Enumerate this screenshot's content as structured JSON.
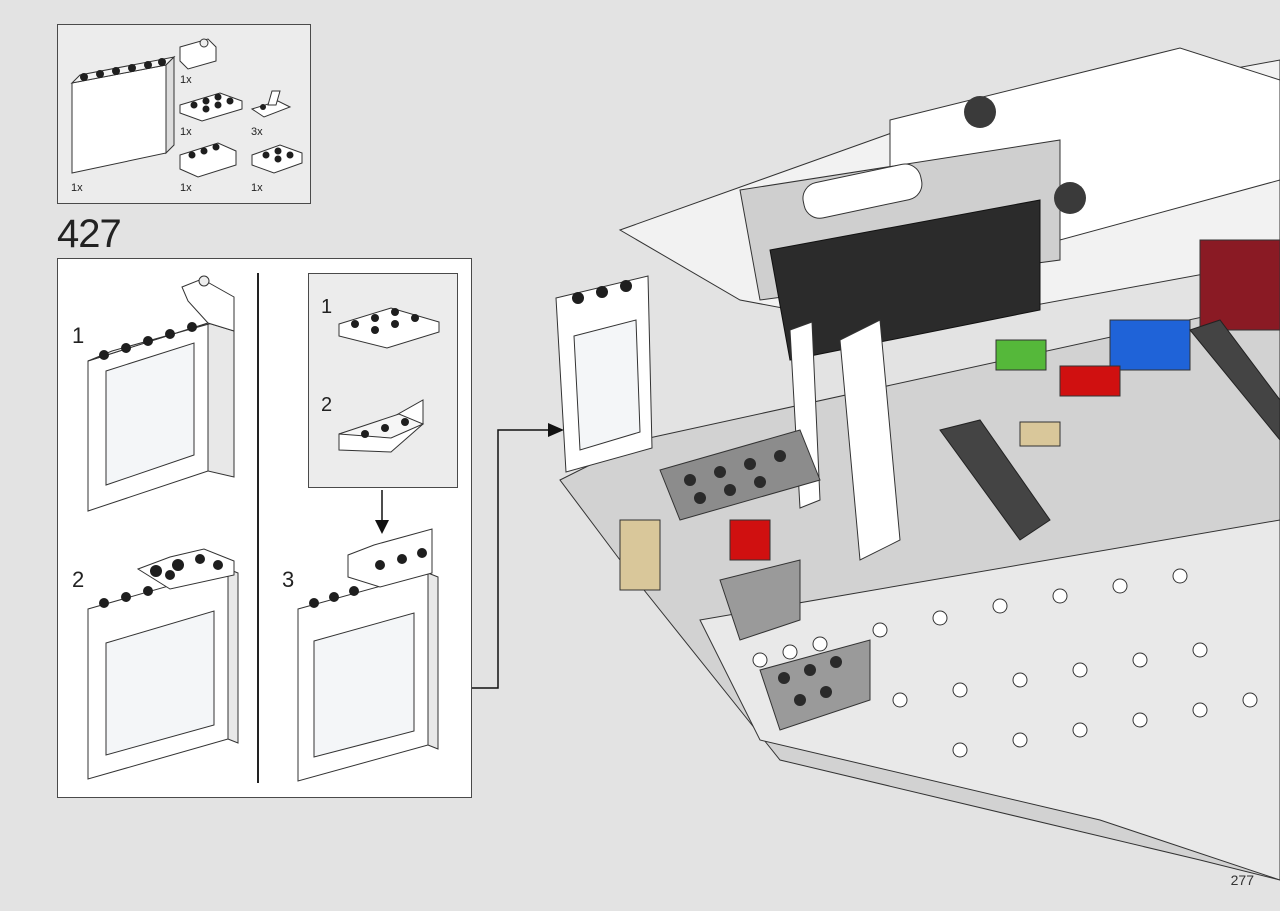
{
  "step": {
    "number": "427"
  },
  "parts_list": {
    "items": [
      {
        "name": "white-panel-1x6x5",
        "qty": "1x"
      },
      {
        "name": "white-slope-inverted",
        "qty": "1x"
      },
      {
        "name": "white-plate-2x4",
        "qty": "1x"
      },
      {
        "name": "white-bracket",
        "qty": "3x"
      },
      {
        "name": "white-brick-1x4",
        "qty": "1x"
      },
      {
        "name": "white-plate-2x2-jumper",
        "qty": "1x"
      }
    ]
  },
  "sub_steps": [
    {
      "number": "1"
    },
    {
      "number": "2"
    },
    {
      "number": "3"
    }
  ],
  "inset": {
    "steps": [
      {
        "number": "1"
      },
      {
        "number": "2"
      }
    ]
  },
  "page": {
    "number": "277"
  },
  "colors": {
    "background": "#e3e3e3",
    "callout_bg": "#ffffff",
    "parts_bg": "#ececec",
    "stud_dark": "#1e1e1e",
    "brick_red": "#8a1a24",
    "brick_blue": "#1f63d8",
    "brick_green": "#55b83a",
    "brick_tan": "#d9c79a"
  }
}
